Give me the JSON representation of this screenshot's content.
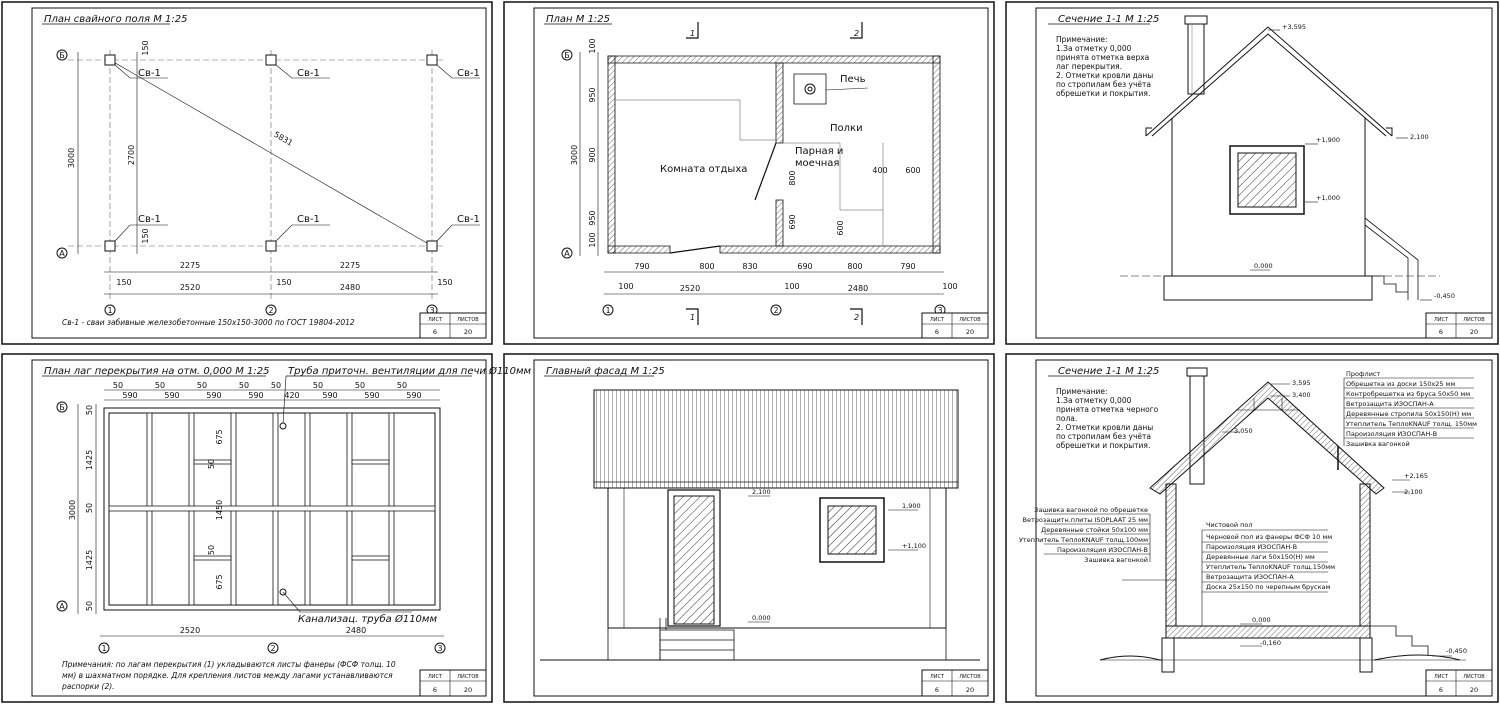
{
  "sheet": {
    "list_label": "ЛИСТ",
    "lists_label": "ЛИСТОВ",
    "list": "6",
    "lists": "20"
  },
  "piles": {
    "title": "План свайного поля  М 1:25",
    "pile_tag": "Св-1",
    "axes_h": [
      "Б",
      "А"
    ],
    "axes_v": [
      "1",
      "2",
      "3"
    ],
    "dims": {
      "d150a": "150",
      "d2700": "2700",
      "d3000": "3000",
      "d150b": "150",
      "diag": "5831",
      "d2275a": "2275",
      "d2275b": "2275",
      "d150c": "150",
      "d150d": "150",
      "d150e": "150",
      "d2520": "2520",
      "d2480": "2480"
    },
    "note": "Св-1 - сваи забивные железобетонные 150х150-3000 по ГОСТ 19804-2012"
  },
  "plan": {
    "title": "План   М 1:25",
    "cut1": "1",
    "cut2": "2",
    "axes_h": [
      "Б",
      "А"
    ],
    "axes_v": [
      "1",
      "2",
      "3"
    ],
    "rooms": {
      "stove": "Печь",
      "shelves": "Полки",
      "steam": "Парная и",
      "steam2": "моечная",
      "rest": "Комната отдыха"
    },
    "dims": {
      "v100a": "100",
      "v950a": "950",
      "v900": "900",
      "v3000": "3000",
      "v950b": "950",
      "v100b": "100",
      "h790a": "790",
      "h800a": "800",
      "h830": "830",
      "h690": "690",
      "h800b": "800",
      "h790b": "790",
      "h100a": "100",
      "h2520": "2520",
      "h100b": "100",
      "h2480": "2480",
      "h100c": "100",
      "i400": "400",
      "i600a": "600",
      "i800": "800",
      "i690": "690",
      "i600b": "600"
    }
  },
  "sect1": {
    "title": "Сечение 1-1   М 1:25",
    "note": [
      "Примечание:",
      "1.За отметку 0,000",
      "принята отметка верха",
      "лаг перекрытия.",
      "2. Отметки кровли даны",
      "по стропилам без учёта",
      "обрешетки и покрытия."
    ],
    "marks": {
      "top": "+3,595",
      "eave": "2,100",
      "w1": "+1,900",
      "w2": "+1,000",
      "zero": "0,000",
      "ground": "-0,450"
    }
  },
  "lags": {
    "title": "План лаг перекрытия на отм. 0,000  М 1:25",
    "vent": "Труба приточн. вентиляции для печи Ø110мм",
    "sewer": "Канализац. труба Ø110мм",
    "top50": [
      "50",
      "50",
      "50",
      "50",
      "50",
      "50",
      "50",
      "50"
    ],
    "top590": [
      "590",
      "590",
      "590",
      "590",
      "420",
      "590",
      "590",
      "590"
    ],
    "left": {
      "v50a": "50",
      "v1425a": "1425",
      "v50b": "50",
      "v1425b": "1425",
      "v50c": "50",
      "v3000": "3000"
    },
    "inner": {
      "i675a": "675",
      "i50a": "50",
      "i1450": "1450",
      "i50b": "50",
      "i675b": "675"
    },
    "axes_h": [
      "Б",
      "А"
    ],
    "axes_v": [
      "1",
      "2",
      "3"
    ],
    "d2520": "2520",
    "d2480": "2480",
    "note": [
      "Примечания: по лагам перекрытия (1) укладываются листы фанеры (ФСФ толщ. 10",
      "мм) в шахматном порядке. Для крепления листов между лагами устанавливаются",
      "распорки (2)."
    ]
  },
  "facade": {
    "title": "Главный фасад   М 1:25",
    "marks": {
      "eave": "2,100",
      "w1": "1,900",
      "w2": "+1,100",
      "zero": "0,000"
    }
  },
  "sect2": {
    "title": "Сечение 1-1   М 1:25",
    "note": [
      "Примечание:",
      "1.За отметку 0,000",
      "принята отметка черного",
      "пола.",
      "2. Отметки кровли даны",
      "по стропилам без учёта",
      "обрешетки и покрытия."
    ],
    "roof": [
      "Профлист",
      "Обрешетка из доски 150х25 мм",
      "Контробрешетка из бруса 50х50 мм",
      "Ветрозащита ИЗОСПАН-А",
      "Деревянные стропила 50х150(Н) мм",
      "Утеплитель ТеплоKNAUF толщ. 150мм",
      "Пароизоляция ИЗОСПАН-В",
      "Зашивка вагонкой"
    ],
    "wall": [
      "Зашивка вагонкой по обрешетке",
      "Ветрозащитн.плиты ISOPLAAT 25 мм",
      "Деревянные стойки 50х100 мм",
      "Утеплитель ТеплоKNAUF толщ.100мм",
      "Пароизоляция ИЗОСПАН-В",
      "Зашивка вагонкой"
    ],
    "floor": [
      "Чистовой пол",
      "Черновой пол из фанеры ФСФ 10 мм",
      "Пароизоляция ИЗОСПАН-В",
      "Деревянные лаги 50х150(Н) мм",
      "Утеплитель ТеплоKNAUF толщ.150мм",
      "Ветрозащита ИЗОСПАН-А",
      "Доска 25х150 по черепным брускам"
    ],
    "marks": {
      "top1": "3,595",
      "top2": "3,400",
      "m3050": "3,050",
      "m2165": "+2,165",
      "m2100": "2,100",
      "zero": "0,000",
      "m0160": "-0,160",
      "ground": "-0,450"
    }
  }
}
